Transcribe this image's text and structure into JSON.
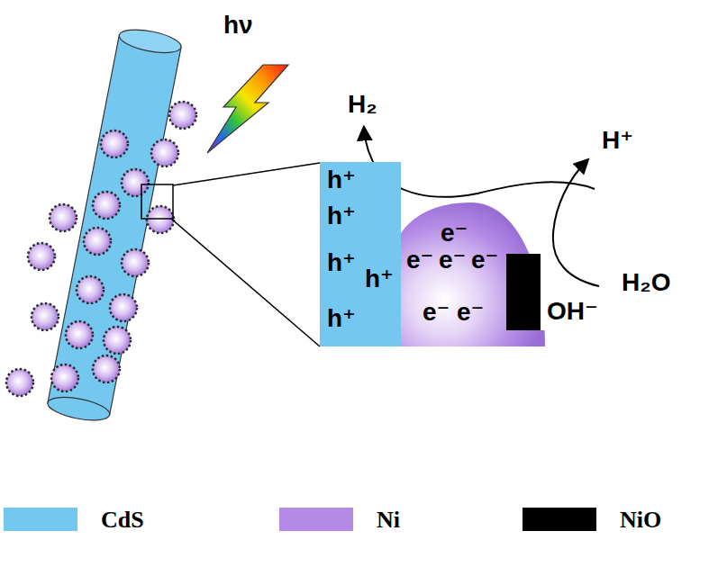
{
  "diagram": {
    "nodes": [
      {
        "text": [
          "h⁺",
          "h⁺",
          "h⁺",
          "h⁺",
          "h⁺"
        ]
      },
      {
        "text": [
          "e⁻",
          "e⁻",
          "e⁻",
          "e⁻",
          "e⁻",
          "e⁻"
        ]
      }
    ],
    "labels": [
      "hν",
      "H₂",
      "H⁺",
      "H₂O",
      "OH⁻"
    ],
    "legend": [
      {
        "text": "CdS",
        "color": "#74c8f0"
      },
      {
        "text": "Ni",
        "color": "#b48ae6"
      },
      {
        "text": "NiO",
        "color": "#000000"
      }
    ]
  }
}
